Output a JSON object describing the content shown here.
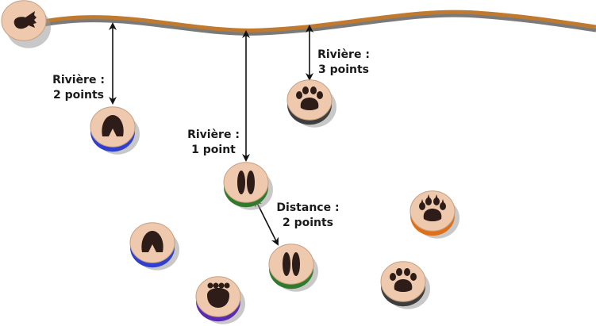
{
  "colors": {
    "river": "#c07a30",
    "river_shadow": "#7a7a7a",
    "token_face": "#eec9ad",
    "print_ink": "#2e1c18",
    "blue": "#2f3fd0",
    "green": "#2f7a2b",
    "purple": "#5a2bb0",
    "orange": "#e07018",
    "dark": "#3e3e3e"
  },
  "annotations": {
    "river_2": {
      "line1": "Rivière :",
      "line2": "2 points"
    },
    "river_1": {
      "line1": "Rivière :",
      "line2": "1 point"
    },
    "river_3": {
      "line1": "Rivière :",
      "line2": "3 points"
    },
    "distance_2": {
      "line1": "Distance :",
      "line2": "2 points"
    }
  },
  "tokens": [
    {
      "name": "river-start-token",
      "print": "hand",
      "base": "none"
    },
    {
      "name": "token-blue-a",
      "print": "hoof",
      "base": "blue"
    },
    {
      "name": "token-blue-b",
      "print": "hoof",
      "base": "blue"
    },
    {
      "name": "token-green-a",
      "print": "cloven",
      "base": "green"
    },
    {
      "name": "token-green-b",
      "print": "cloven",
      "base": "green"
    },
    {
      "name": "token-dark-a",
      "print": "paw",
      "base": "dark"
    },
    {
      "name": "token-dark-b",
      "print": "paw",
      "base": "dark"
    },
    {
      "name": "token-orange",
      "print": "claw",
      "base": "orange"
    },
    {
      "name": "token-purple",
      "print": "bear",
      "base": "purple"
    }
  ]
}
